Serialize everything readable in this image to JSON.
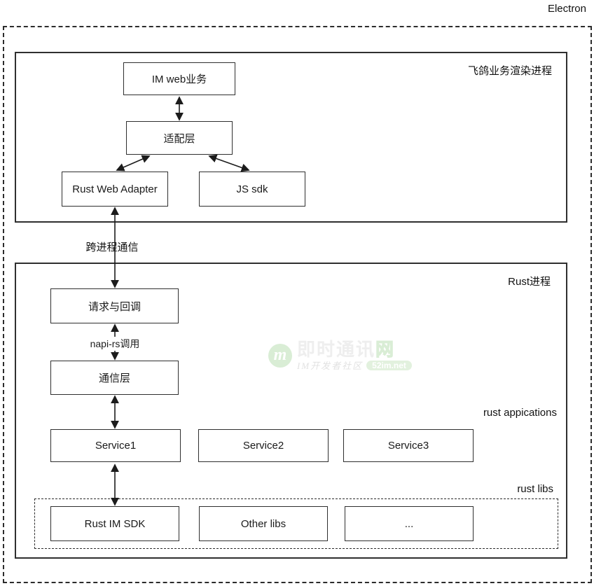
{
  "labels": {
    "electron": "Electron",
    "renderer_process": "飞鸽业务渲染进程",
    "rust_process": "Rust进程",
    "rust_applications": "rust appications",
    "rust_libs": "rust libs",
    "cross_process_comm": "跨进程通信",
    "napi_rs_call": "napi-rs调用"
  },
  "nodes": {
    "im_web": "IM web业务",
    "adapter_layer": "适配层",
    "rust_web_adapter": "Rust Web Adapter",
    "js_sdk": "JS sdk",
    "request_callback": "请求与回调",
    "comm_layer": "通信层",
    "service1": "Service1",
    "service2": "Service2",
    "service3": "Service3",
    "rust_im_sdk": "Rust IM SDK",
    "other_libs": "Other libs",
    "more_libs": "..."
  },
  "watermark": {
    "logo_letter": "m",
    "title_main": "即时通讯",
    "title_last": "网",
    "subtitle": "IM开发者社区",
    "badge": "52im.net"
  },
  "colors": {
    "line": "#1c1c1c",
    "box_border": "#2f2f2f",
    "background": "#ffffff",
    "watermark_green": "#d9edd5"
  }
}
